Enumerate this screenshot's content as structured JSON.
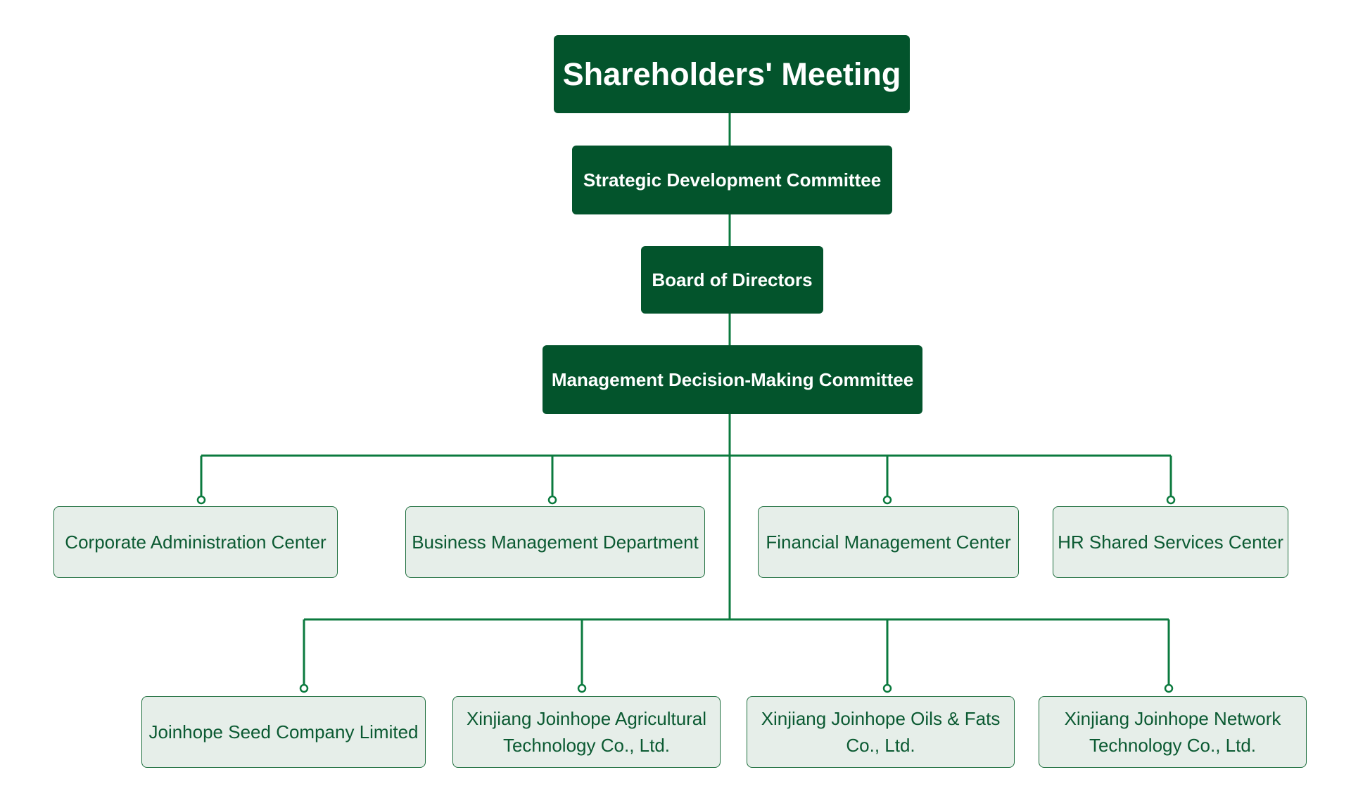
{
  "top": {
    "shareholders": "Shareholders' Meeting",
    "strategic": "Strategic Development Committee",
    "board": "Board of Directors",
    "management": "Management Decision-Making Committee"
  },
  "departments": [
    "Corporate Administration Center",
    "Business Management Department",
    "Financial Management Center",
    "HR Shared Services Center"
  ],
  "companies": [
    "Joinhope Seed Company Limited",
    "Xinjiang Joinhope Agricultural\nTechnology Co., Ltd.",
    "Xinjiang Joinhope Oils & Fats\nCo., Ltd.",
    "Xinjiang Joinhope  Network\nTechnology Co., Ltd."
  ],
  "colors": {
    "dark_box": "#03542c",
    "light_box": "#e6eee9",
    "connector": "#0b7a3e",
    "light_text": "#0b5a32"
  }
}
